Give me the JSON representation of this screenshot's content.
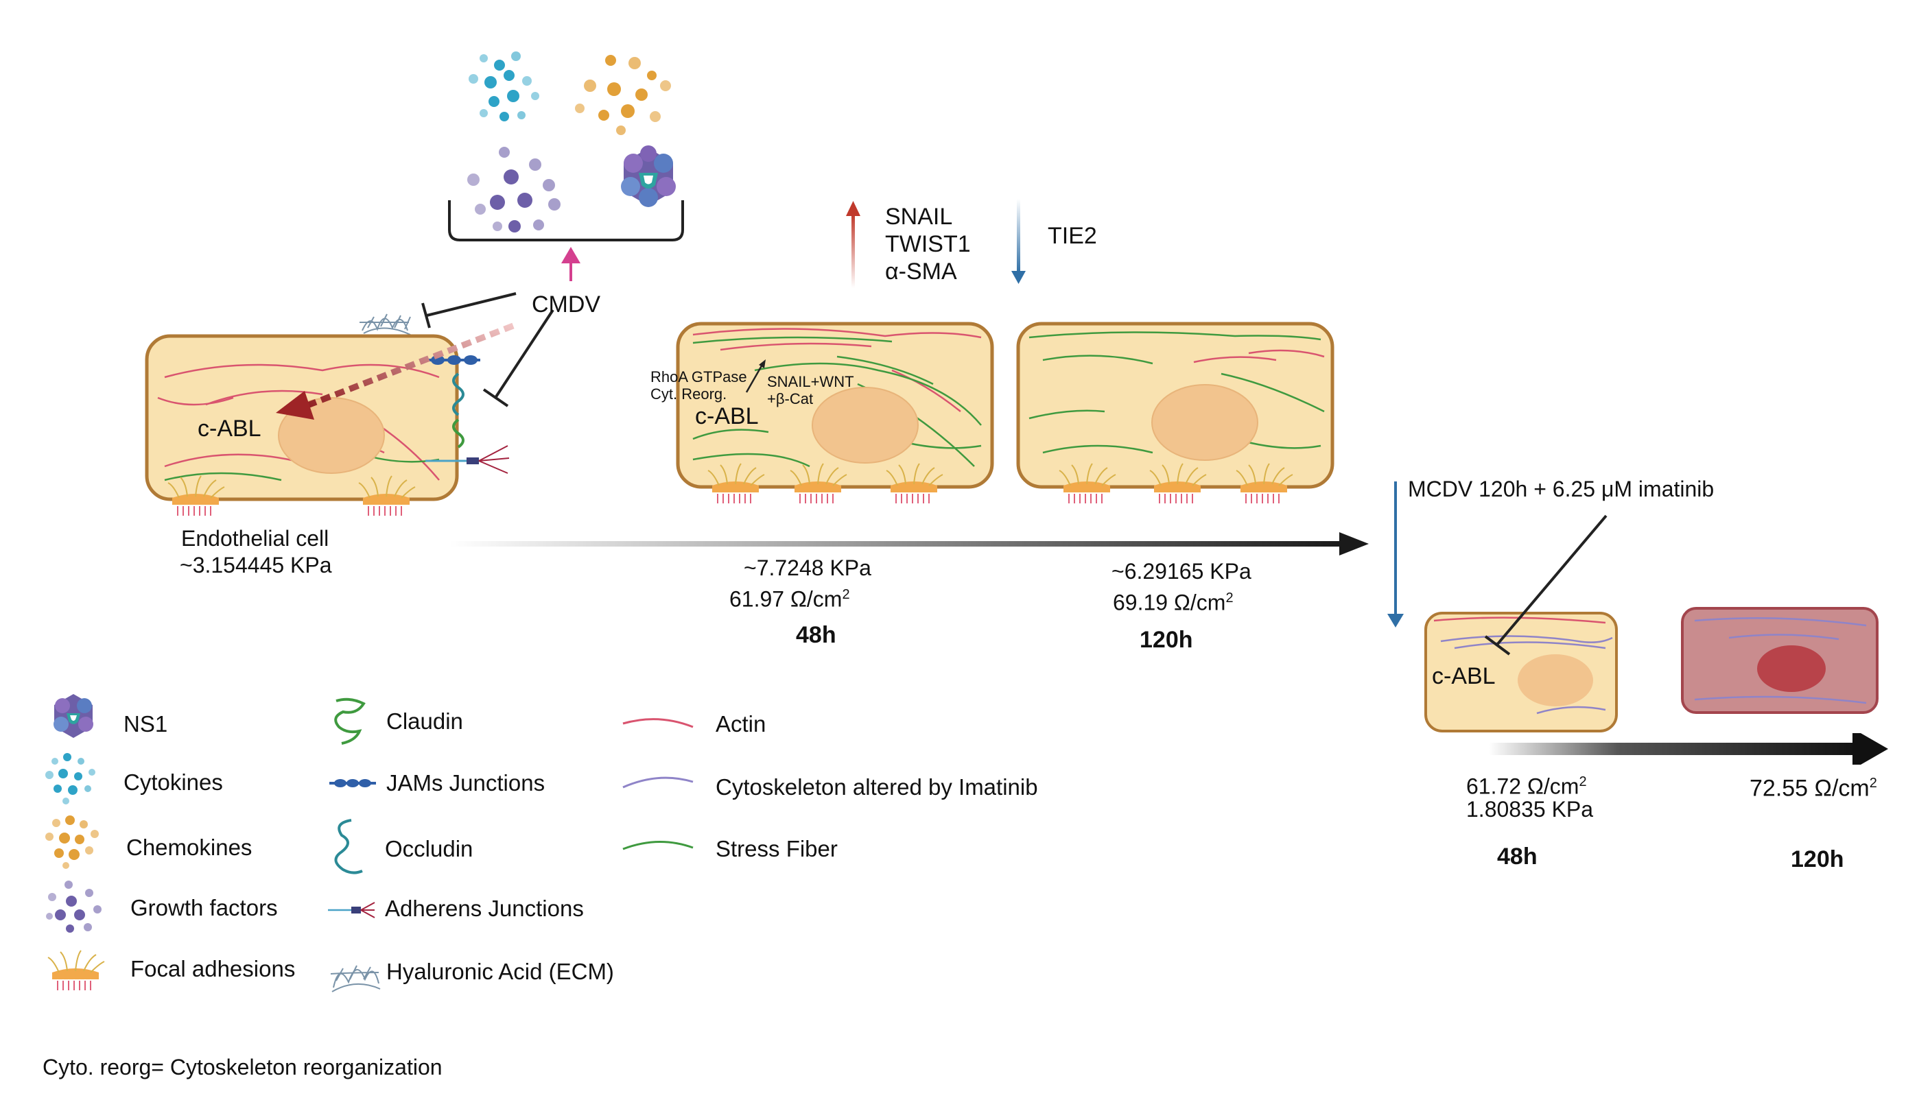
{
  "top_cluster": {
    "cmdv_label": "CMDV",
    "upregulated": [
      "SNAIL",
      "TWIST1",
      "α-SMA"
    ],
    "downregulated": [
      "TIE2"
    ]
  },
  "panel_baseline": {
    "cabl_label": "c-ABL",
    "caption_line1": "Endothelial cell",
    "caption_line2": "~3.154445 KPa"
  },
  "panel_48h": {
    "rhoa_line1": "RhoA GTPase",
    "rhoa_line2": "Cyt. Reorg.",
    "snail_line1": "SNAIL+WNT",
    "snail_line2": "+β-Cat",
    "cabl_label": "c-ABL",
    "stiffness": "~7.7248 KPa",
    "resistance": "61.97 Ω/cm",
    "resistance_sup": "2",
    "time_label": "48h"
  },
  "panel_120h": {
    "stiffness": "~6.29165 KPa",
    "resistance": "69.19 Ω/cm",
    "resistance_sup": "2",
    "time_label": "120h"
  },
  "imatinib": {
    "treatment_label": "MCDV 120h + 6.25 μM imatinib",
    "cabl_label": "c-ABL",
    "resistance_48h": "61.72 Ω/cm",
    "resistance_48h_sup": "2",
    "stiffness_48h": "1.80835 KPa",
    "time_48h": "48h",
    "resistance_120h": "72.55 Ω/cm",
    "resistance_120h_sup": "2",
    "time_120h": "120h"
  },
  "legend": {
    "col1": [
      "NS1",
      "Cytokines",
      "Chemokines",
      "Growth factors",
      "Focal adhesions"
    ],
    "col2": [
      "Claudin",
      "JAMs Junctions",
      "Occludin",
      "Adherens Junctions",
      "Hyaluronic Acid (ECM)"
    ],
    "col3": [
      "Actin",
      "Cytoskeleton altered by Imatinib",
      "Stress Fiber"
    ]
  },
  "footnote": "Cyto. reorg= Cytoskeleton reorganization",
  "colors": {
    "cell_fill": "#f9e2b0",
    "cell_border": "#b07a36",
    "nucleus": "#f2c48e",
    "actin": "#d9546f",
    "stress_fiber": "#3f9a3f",
    "imatinib_fiber": "#8f84c8",
    "cytokines": "#2ea3c7",
    "chemokines": "#e2a038",
    "growth_factors": "#6d5fa8",
    "magenta_arrow": "#d4408f",
    "red_arrow": "#d96a55",
    "blue_arrow": "#3a78a8",
    "dark_red_arrow": "#9e2426",
    "treated_cell": "#c98c8e",
    "treated_nucleus": "#b8434a"
  }
}
